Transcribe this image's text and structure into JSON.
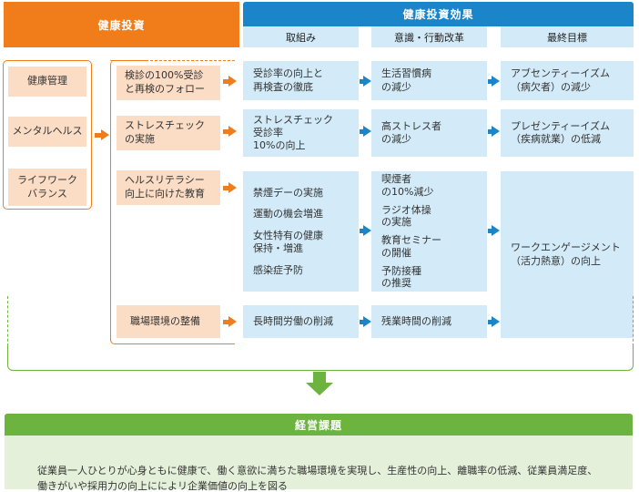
{
  "header": {
    "investment_title": "健康投資",
    "effect_title": "健康投資効果",
    "col_efforts": "取組み",
    "col_awareness": "意識・行動改革",
    "col_goal": "最終目標"
  },
  "investment_items": [
    "健康管理",
    "メンタルヘルス",
    "ライフワーク\nバランス"
  ],
  "rows": [
    {
      "measure": "検診の100%受診\nと再検のフォロー",
      "effort": "受診率の向上と\n再検査の徹底",
      "awareness": "生活習慣病\nの減少",
      "goal": "アブセンティーイズム\n（病欠者）の減少"
    },
    {
      "measure": "ストレスチェック\nの実施",
      "effort": "ストレスチェック\n受診率\n10%の向上",
      "awareness": "高ストレス者\nの減少",
      "goal": "プレゼンティーイズム\n（疾病就業）の低減"
    },
    {
      "measure": "ヘルスリテラシー\n向上に向けた教育",
      "efforts": [
        "禁煙デーの実施",
        "運動の機会増進",
        "女性特有の健康\n保持・増進",
        "感染症予防"
      ],
      "awareness_items": [
        "喫煙者\nの10%減少",
        "ラジオ体操\nの実施",
        "教育セミナー\nの開催",
        "予防接種\nの推奨"
      ],
      "goal": "ワークエンゲージメント\n（活力熱意）の向上"
    },
    {
      "measure": "職場環境の整備",
      "effort": "長時間労働の削減",
      "awareness": "残業時間の削減"
    }
  ],
  "footer": {
    "title": "経営課題",
    "text": "従業員一人ひとりが心身ともに健康で、働く意欲に満ちた職場環境を実現し、生産性の向上、離職率の低減、従業員満足度、\n働きがいや採用力の向上にによリ企業価値の向上を図る"
  },
  "colors": {
    "orange": "#f07d1a",
    "blue": "#1a85c8",
    "light_blue": "#d3ebf8",
    "light_orange": "#fbdcc4",
    "green": "#6db33f",
    "light_green": "#e4f0da"
  }
}
